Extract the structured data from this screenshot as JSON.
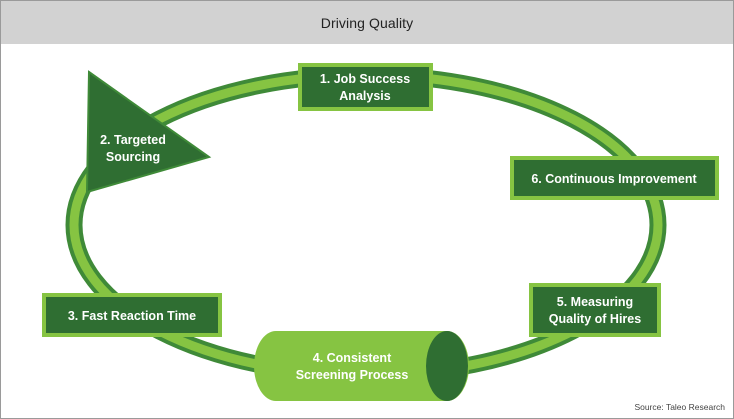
{
  "header": {
    "title": "Driving Quality"
  },
  "steps": [
    {
      "id": 1,
      "lines": [
        "1. Job Success",
        "Analysis"
      ]
    },
    {
      "id": 2,
      "lines": [
        "2. Targeted",
        "Sourcing"
      ]
    },
    {
      "id": 3,
      "lines": [
        "3. Fast Reaction Time"
      ]
    },
    {
      "id": 4,
      "lines": [
        "4. Consistent",
        "Screening Process"
      ]
    },
    {
      "id": 5,
      "lines": [
        "5. Measuring",
        "Quality of Hires"
      ]
    },
    {
      "id": 6,
      "lines": [
        "6. Continuous Improvement"
      ]
    }
  ],
  "source": "Source: Taleo Research",
  "colors": {
    "dark_green": "#2f6e32",
    "light_green": "#86c442",
    "ring_outline": "#3f8a38",
    "header_bg": "#d2d2d2"
  }
}
